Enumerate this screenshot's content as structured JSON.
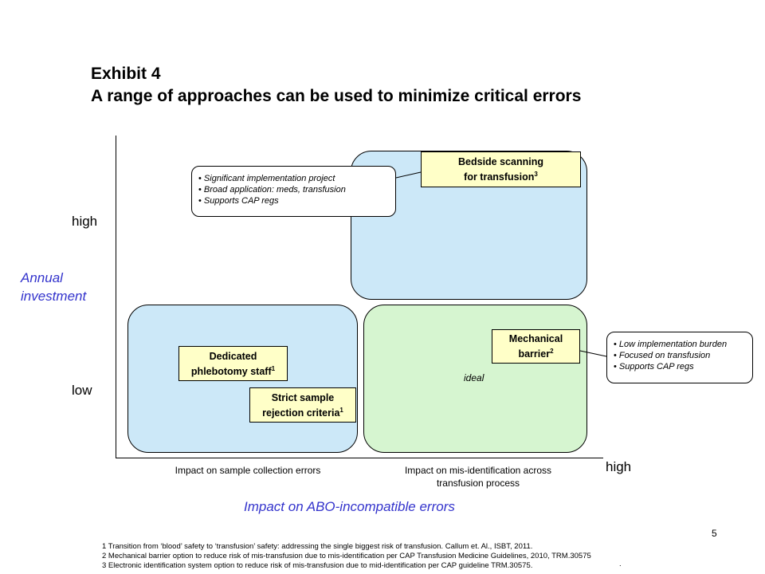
{
  "header": {
    "exhibit": "Exhibit 4",
    "title": "A range of approaches can be used to minimize critical errors"
  },
  "y_axis": {
    "title_line1": "Annual",
    "title_line2": "investment",
    "high_label": "high",
    "low_label": "low"
  },
  "x_axis": {
    "label_left": "Impact on sample collection errors",
    "label_right_line1": "Impact on mis-identification across",
    "label_right_line2": "transfusion process",
    "high_label": "high",
    "title": "Impact on ABO-incompatible errors"
  },
  "quadrants": {
    "ideal_label": "ideal"
  },
  "options": {
    "bedside": {
      "line1": "Bedside scanning",
      "line2": "for transfusion",
      "note": "3"
    },
    "mechanical": {
      "line1": "Mechanical",
      "line2": "barrier",
      "note": "2"
    },
    "phlebotomy": {
      "line1": "Dedicated",
      "line2": "phlebotomy staff",
      "note": "1"
    },
    "rejection": {
      "line1": "Strict sample",
      "line2": "rejection criteria",
      "note": "1"
    }
  },
  "callouts": {
    "bedside": [
      "Significant implementation project",
      "Broad application:  meds, transfusion",
      "Supports CAP regs"
    ],
    "mechanical": [
      "Low implementation burden",
      "Focused on transfusion",
      "Supports CAP regs"
    ]
  },
  "footnotes": [
    "1 Transition from ‘blood’ safety to ‘transfusion’ safety:  addressing the single biggest risk of transfusion. Callum et. Al., ISBT, 2011.",
    "2 Mechanical barrier option to reduce risk of mis-transfusion due to mis-identification per CAP Transfusion Medicine Guidelines, 2010, TRM.30575",
    "3 Electronic identification system option to reduce risk of mis-transfusion due to mid-identification per CAP guideline TRM.30575."
  ],
  "page_number": "5",
  "trailing_mark": "."
}
